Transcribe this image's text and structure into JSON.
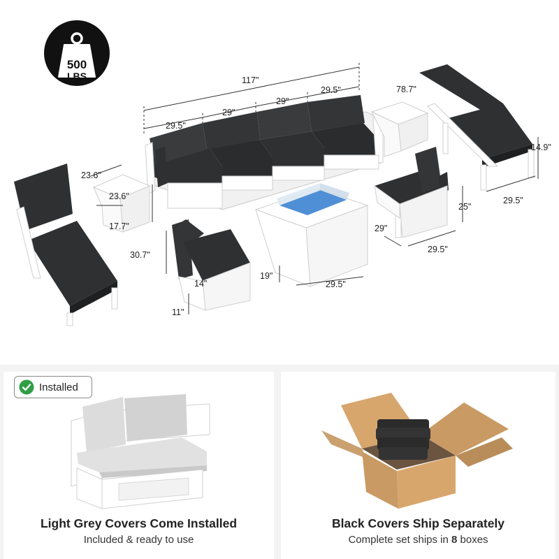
{
  "weight_badge": {
    "number": "500",
    "unit": "LBS",
    "icon": "weight-icon"
  },
  "dimensions": {
    "sofa_total_length": "117\"",
    "sofa_seat_1": "29.5\"",
    "sofa_seat_2": "29\"",
    "sofa_seat_3": "29\"",
    "sofa_seat_4": "29.5\"",
    "lounger_right_length": "78.7\"",
    "lounger_right_height": "14.9\"",
    "lounger_right_width": "29.5\"",
    "side_table_depth": "23.6\"",
    "side_table_width": "23.6\"",
    "side_table_height": "17.7\"",
    "chair_right_depth": "29\"",
    "chair_right_width": "29.5\"",
    "chair_right_height": "25\"",
    "chair_left_height": "30.7\"",
    "chair_left_seat_height": "14\"",
    "chair_left_base": "11\"",
    "fire_table_height": "19\"",
    "fire_table_width": "29.5\""
  },
  "installed_badge": {
    "label": "Installed",
    "icon": "check-circle-icon"
  },
  "left_card": {
    "title": "Light Grey Covers Come Installed",
    "subtitle": "Included & ready to use"
  },
  "right_card": {
    "title": "Black Covers Ship Separately",
    "subtitle_prefix": "Complete set ships in ",
    "subtitle_count": "8",
    "subtitle_suffix": " boxes"
  },
  "colors": {
    "cushion_dark": "#2f3032",
    "frame_white": "#ffffff",
    "cushion_light": "#d7d7d7",
    "glass_blue": "#4f8fd6",
    "box_brown": "#c99a63",
    "check_green": "#2f9e44"
  }
}
